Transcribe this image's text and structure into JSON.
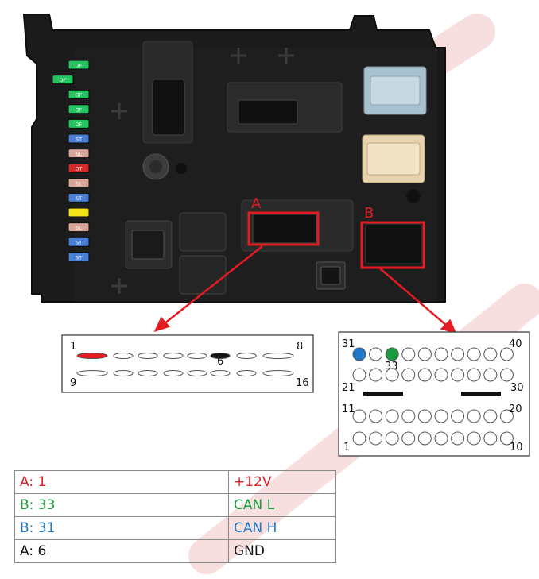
{
  "colors": {
    "accent_red": "#e31b23",
    "can_l_green": "#1a9c3e",
    "can_h_blue": "#1e78c8",
    "black": "#111111",
    "watermark": "#f2c7c7",
    "module_body": "#1b1b1b"
  },
  "module": {
    "label_a": "A",
    "label_b": "B",
    "fuses": [
      {
        "color": "#22c55e",
        "label": "DF"
      },
      {
        "color": "#22c55e",
        "label": "DF"
      },
      {
        "color": "#22c55e",
        "label": "DF"
      },
      {
        "color": "#22c55e",
        "label": "DF"
      },
      {
        "color": "#22c55e",
        "label": "DF"
      },
      {
        "color": "#4a7fd6",
        "label": "ST"
      },
      {
        "color": "#d9a69a",
        "label": "SL"
      },
      {
        "color": "#d42a2a",
        "label": "DT"
      },
      {
        "color": "#d9a69a",
        "label": "SL"
      },
      {
        "color": "#4a7fd6",
        "label": "ST"
      },
      {
        "color": "#f2e21a",
        "label": ""
      },
      {
        "color": "#d9a69a",
        "label": "SL"
      },
      {
        "color": "#4a7fd6",
        "label": "ST"
      },
      {
        "color": "#4a7fd6",
        "label": "ST"
      }
    ]
  },
  "connector_a": {
    "pin_1": "1",
    "pin_8": "8",
    "pin_6": "6",
    "pin_9": "9",
    "pin_16": "16"
  },
  "connector_b": {
    "pin_31": "31",
    "pin_33": "33",
    "pin_40": "40",
    "pin_21": "21",
    "pin_30": "30",
    "pin_11": "11",
    "pin_20": "20",
    "pin_1": "1",
    "pin_10": "10"
  },
  "pin_table": [
    {
      "pin": "A: 1",
      "signal": "+12V",
      "color": "#e31b23"
    },
    {
      "pin": "B: 33",
      "signal": "CAN L",
      "color": "#1a9c3e"
    },
    {
      "pin": "B: 31",
      "signal": "CAN H",
      "color": "#1e78c8"
    },
    {
      "pin": "A: 6",
      "signal": "GND",
      "color": "#111111"
    }
  ]
}
